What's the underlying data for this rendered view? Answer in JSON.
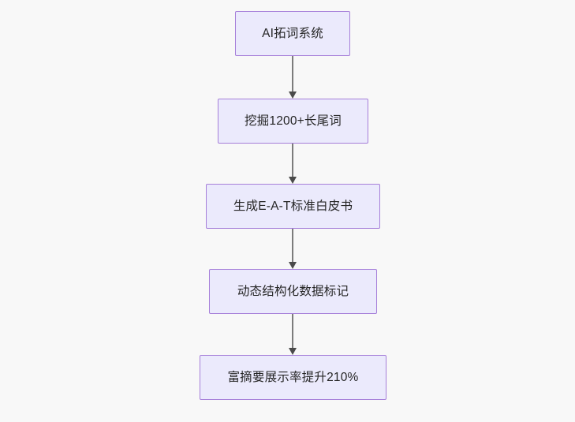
{
  "diagram": {
    "type": "flowchart",
    "orientation": "top-to-bottom",
    "background_color": "#f8f8f8",
    "node_fill_color": "#ebeafc",
    "node_border_color": "#a67fd9",
    "node_text_color": "#262626",
    "edge_color": "#7c7c7c",
    "arrowhead_color": "#4a4a4a",
    "nodes": [
      {
        "id": "node-0",
        "label": "AI拓词系统"
      },
      {
        "id": "node-1",
        "label": "挖掘1200+长尾词"
      },
      {
        "id": "node-2",
        "label": "生成E-A-T标准白皮书"
      },
      {
        "id": "node-3",
        "label": "动态结构化数据标记"
      },
      {
        "id": "node-4",
        "label": "富摘要展示率提升210%"
      }
    ],
    "edges": [
      {
        "id": "edge-0",
        "from": "node-0",
        "to": "node-1",
        "arrow": "down-arrow-icon"
      },
      {
        "id": "edge-1",
        "from": "node-1",
        "to": "node-2",
        "arrow": "down-arrow-icon"
      },
      {
        "id": "edge-2",
        "from": "node-2",
        "to": "node-3",
        "arrow": "down-arrow-icon"
      },
      {
        "id": "edge-3",
        "from": "node-3",
        "to": "node-4",
        "arrow": "down-arrow-icon"
      }
    ]
  }
}
